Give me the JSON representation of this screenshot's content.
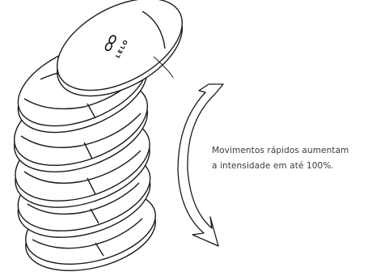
{
  "product": {
    "brand_mark": "LELO"
  },
  "caption": {
    "line1": "Movimentos rápidos aumentam",
    "line2": "a intensidade em até 100%."
  },
  "icons": {
    "rotation_arrow": "curved-double-arrow-icon",
    "logo_symbol": "infinity-logo-icon"
  }
}
